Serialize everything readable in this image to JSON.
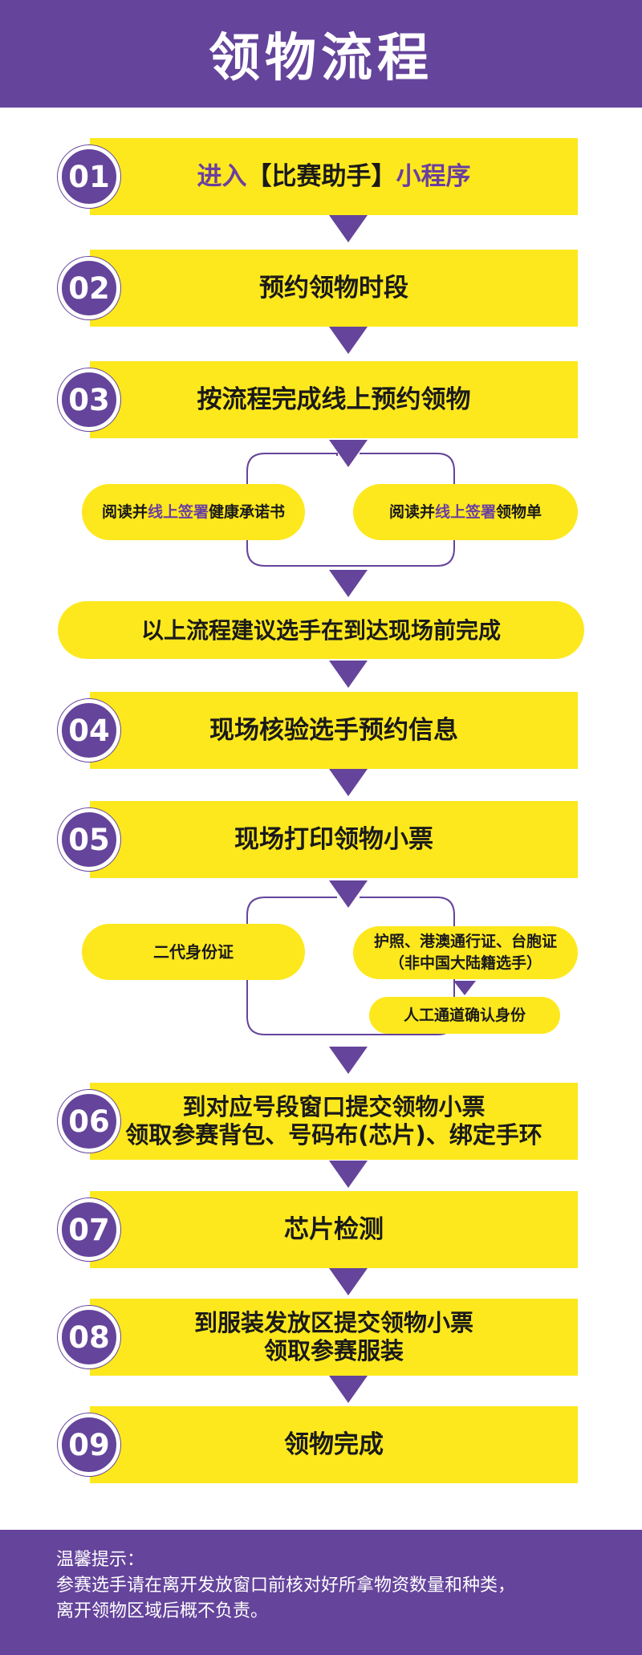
{
  "header": {
    "title": "领物流程"
  },
  "steps": [
    {
      "num": "01",
      "label_prefix": "进入",
      "label_mid": "【比赛助手】",
      "label_suffix": "小程序"
    },
    {
      "num": "02",
      "label": "预约领物时段"
    },
    {
      "num": "03",
      "label": "按流程完成线上预约领物"
    },
    {
      "num": "04",
      "label": "现场核验选手预约信息"
    },
    {
      "num": "05",
      "label": "现场打印领物小票"
    },
    {
      "num": "06",
      "line1": "到对应号段窗口提交领物小票",
      "line2": "领取参赛背包、号码布(芯片)、绑定手环"
    },
    {
      "num": "07",
      "label": "芯片检测"
    },
    {
      "num": "08",
      "line1": "到服装发放区提交领物小票",
      "line2": "领取参赛服装"
    },
    {
      "num": "09",
      "label": "领物完成"
    }
  ],
  "branch1": {
    "left": {
      "pre": "阅读并",
      "accent": "线上签署",
      "post": "健康承诺书"
    },
    "right": {
      "pre": "阅读并",
      "accent": "线上签署",
      "post": "领物单"
    }
  },
  "advice": "以上流程建议选手在到达现场前完成",
  "branch2": {
    "left": "二代身份证",
    "right_line1": "护照、港澳通行证、台胞证",
    "right_line2": "（非中国大陆籍选手）",
    "manual": "人工通道确认身份"
  },
  "notice": {
    "title": "温馨提示：",
    "line1": "参赛选手请在离开发放窗口前核对好所拿物资数量和种类，",
    "line2": "离开领物区域后概不负责。"
  },
  "colors": {
    "purple": "#65449b",
    "yellow": "#fde81e",
    "accent": "#6a3fa0"
  }
}
